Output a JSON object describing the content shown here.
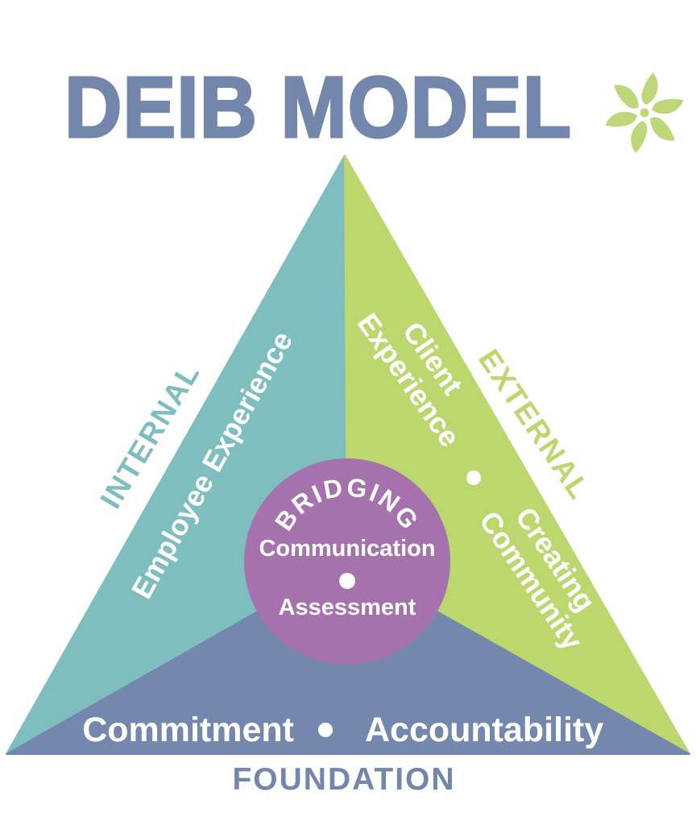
{
  "title": {
    "text": "DEIB MODEL"
  },
  "colors": {
    "title": "#7386ac",
    "internal": "#7ebebe",
    "external": "#bdd76f",
    "foundation": "#7487ad",
    "bridging": "#a572ae",
    "flower": "#bdd77a",
    "label_text": "#ffffff"
  },
  "triangle": {
    "internal": {
      "side_label": "INTERNAL",
      "item": "Employee Experience"
    },
    "external": {
      "side_label": "EXTERNAL",
      "items": [
        {
          "line1": "Client",
          "line2": "Experience"
        },
        {
          "line1": "Creating",
          "line2": "Community"
        }
      ]
    },
    "foundation": {
      "side_label": "FOUNDATION",
      "items": [
        "Commitment",
        "Accountability"
      ]
    }
  },
  "bridging": {
    "label": "BRIDGING",
    "items": [
      "Communication",
      "Assessment"
    ]
  }
}
